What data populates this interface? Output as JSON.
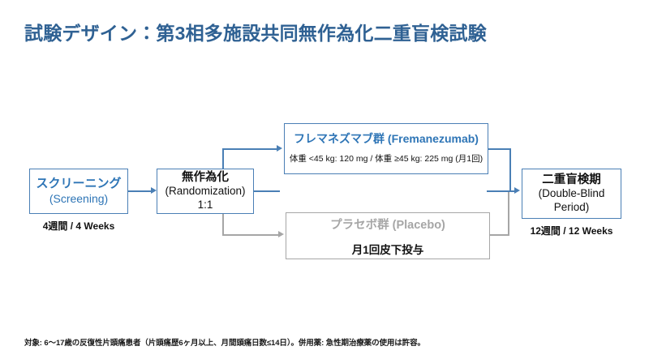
{
  "slide": {
    "title": "試験デザイン：第3相多施設共同無作為化二重盲検試験",
    "footnote": "対象: 6〜17歳の反復性片頭痛患者（片頭痛歴6ヶ月以上、月間頭痛日数≤14日）。併用薬: 急性期治療薬の使用は許容。"
  },
  "colors": {
    "title_blue": "#2f6193",
    "accent_blue": "#2e75b6",
    "border_blue": "#4a7fb5",
    "muted_gray": "#a6a6a6",
    "text_dark": "#111111",
    "background": "#ffffff"
  },
  "flow": {
    "nodes": [
      {
        "id": "screening",
        "label_jp": "スクリーニング",
        "label_en": "(Screening)",
        "caption": "4週間 / 4 Weeks",
        "style": "blue"
      },
      {
        "id": "randomization",
        "label_jp": "無作為化",
        "label_en": "(Randomization)",
        "ratio": "1:1",
        "style": "blue"
      },
      {
        "id": "fremanezumab",
        "label_jp": "フレマネズマブ群 (Fremanezumab)",
        "dose": "体重 <45 kg: 120 mg / 体重 ≥45 kg: 225 mg (月1回)",
        "style": "blue"
      },
      {
        "id": "placebo",
        "label_jp": "プラセボ群 (Placebo)",
        "dose": "月1回皮下投与",
        "style": "gray"
      },
      {
        "id": "doubleblind",
        "label_jp": "二重盲検期",
        "label_en_1": "(Double-Blind",
        "label_en_2": "Period)",
        "caption": "12週間 / 12 Weeks",
        "style": "blue"
      }
    ]
  }
}
